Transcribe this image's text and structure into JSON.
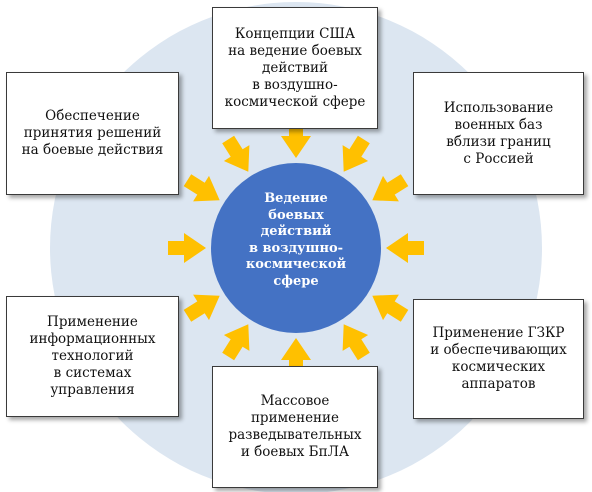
{
  "center": {
    "label": "Ведение\nбоевых\nдействий\nв воздушно-\nкосмической\nсфере"
  },
  "boxes": {
    "top": "Концепции США\nна ведение боевых\nдействий\nв воздушно-\nкосмической сфере",
    "top_left": "Обеспечение\nпринятия решений\nна боевые действия",
    "top_right": "Использование\nвоенных баз\nвблизи границ\nс Россией",
    "bottom_left": "Применение\nинформационных\nтехнологий\nв системах\nуправления",
    "bottom_right": "Применение ГЗКР\nи обеспечивающих\nкосмических\nаппаратов",
    "bottom": "Массовое\nприменение\nразведывательных\nи боевых БпЛА"
  },
  "colors": {
    "halo": "#dce6f1",
    "center_circle": "#4472c4",
    "arrow": "#ffc000",
    "box_border": "#3a3a3a"
  }
}
